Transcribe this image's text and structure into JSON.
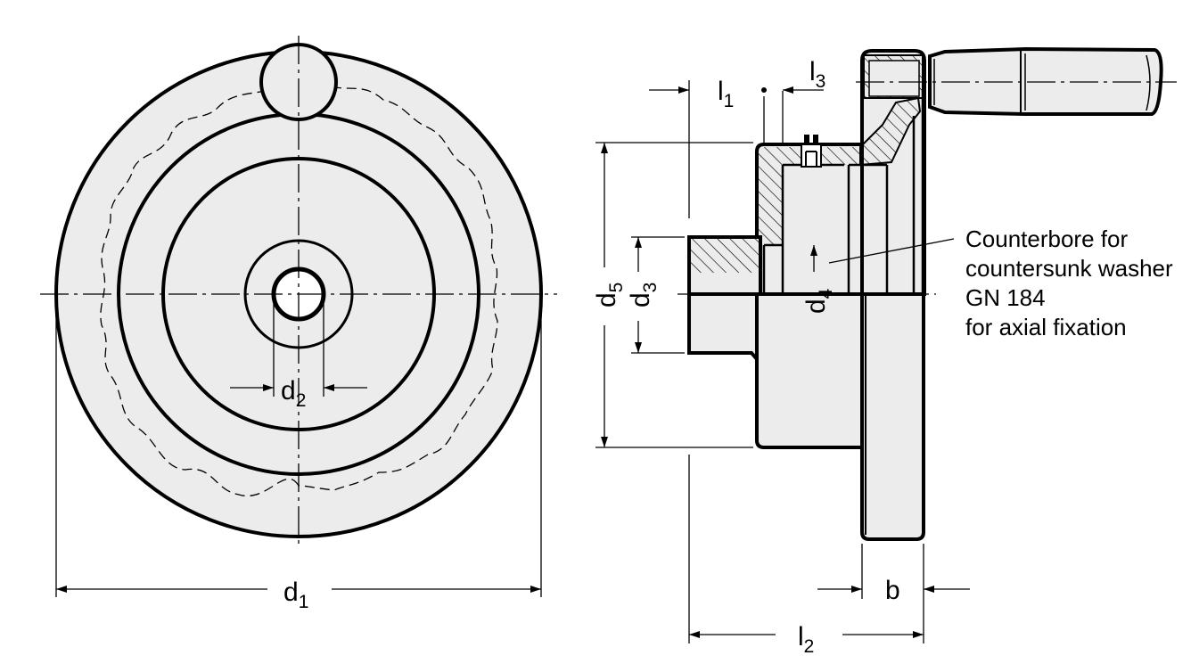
{
  "dimensions": {
    "d1": {
      "main": "d",
      "sub": "1"
    },
    "d2": {
      "main": "d",
      "sub": "2"
    },
    "d3": {
      "main": "d",
      "sub": "3"
    },
    "d4": {
      "main": "d",
      "sub": "4"
    },
    "d5": {
      "main": "d",
      "sub": "5"
    },
    "l1": {
      "main": "l",
      "sub": "1"
    },
    "l2": {
      "main": "l",
      "sub": "2"
    },
    "l3": {
      "main": "l",
      "sub": "3"
    },
    "b": {
      "main": "b"
    }
  },
  "annotation": {
    "lines": [
      "Counterbore for",
      "countersunk washer",
      "GN 184",
      "for axial fixation"
    ]
  }
}
